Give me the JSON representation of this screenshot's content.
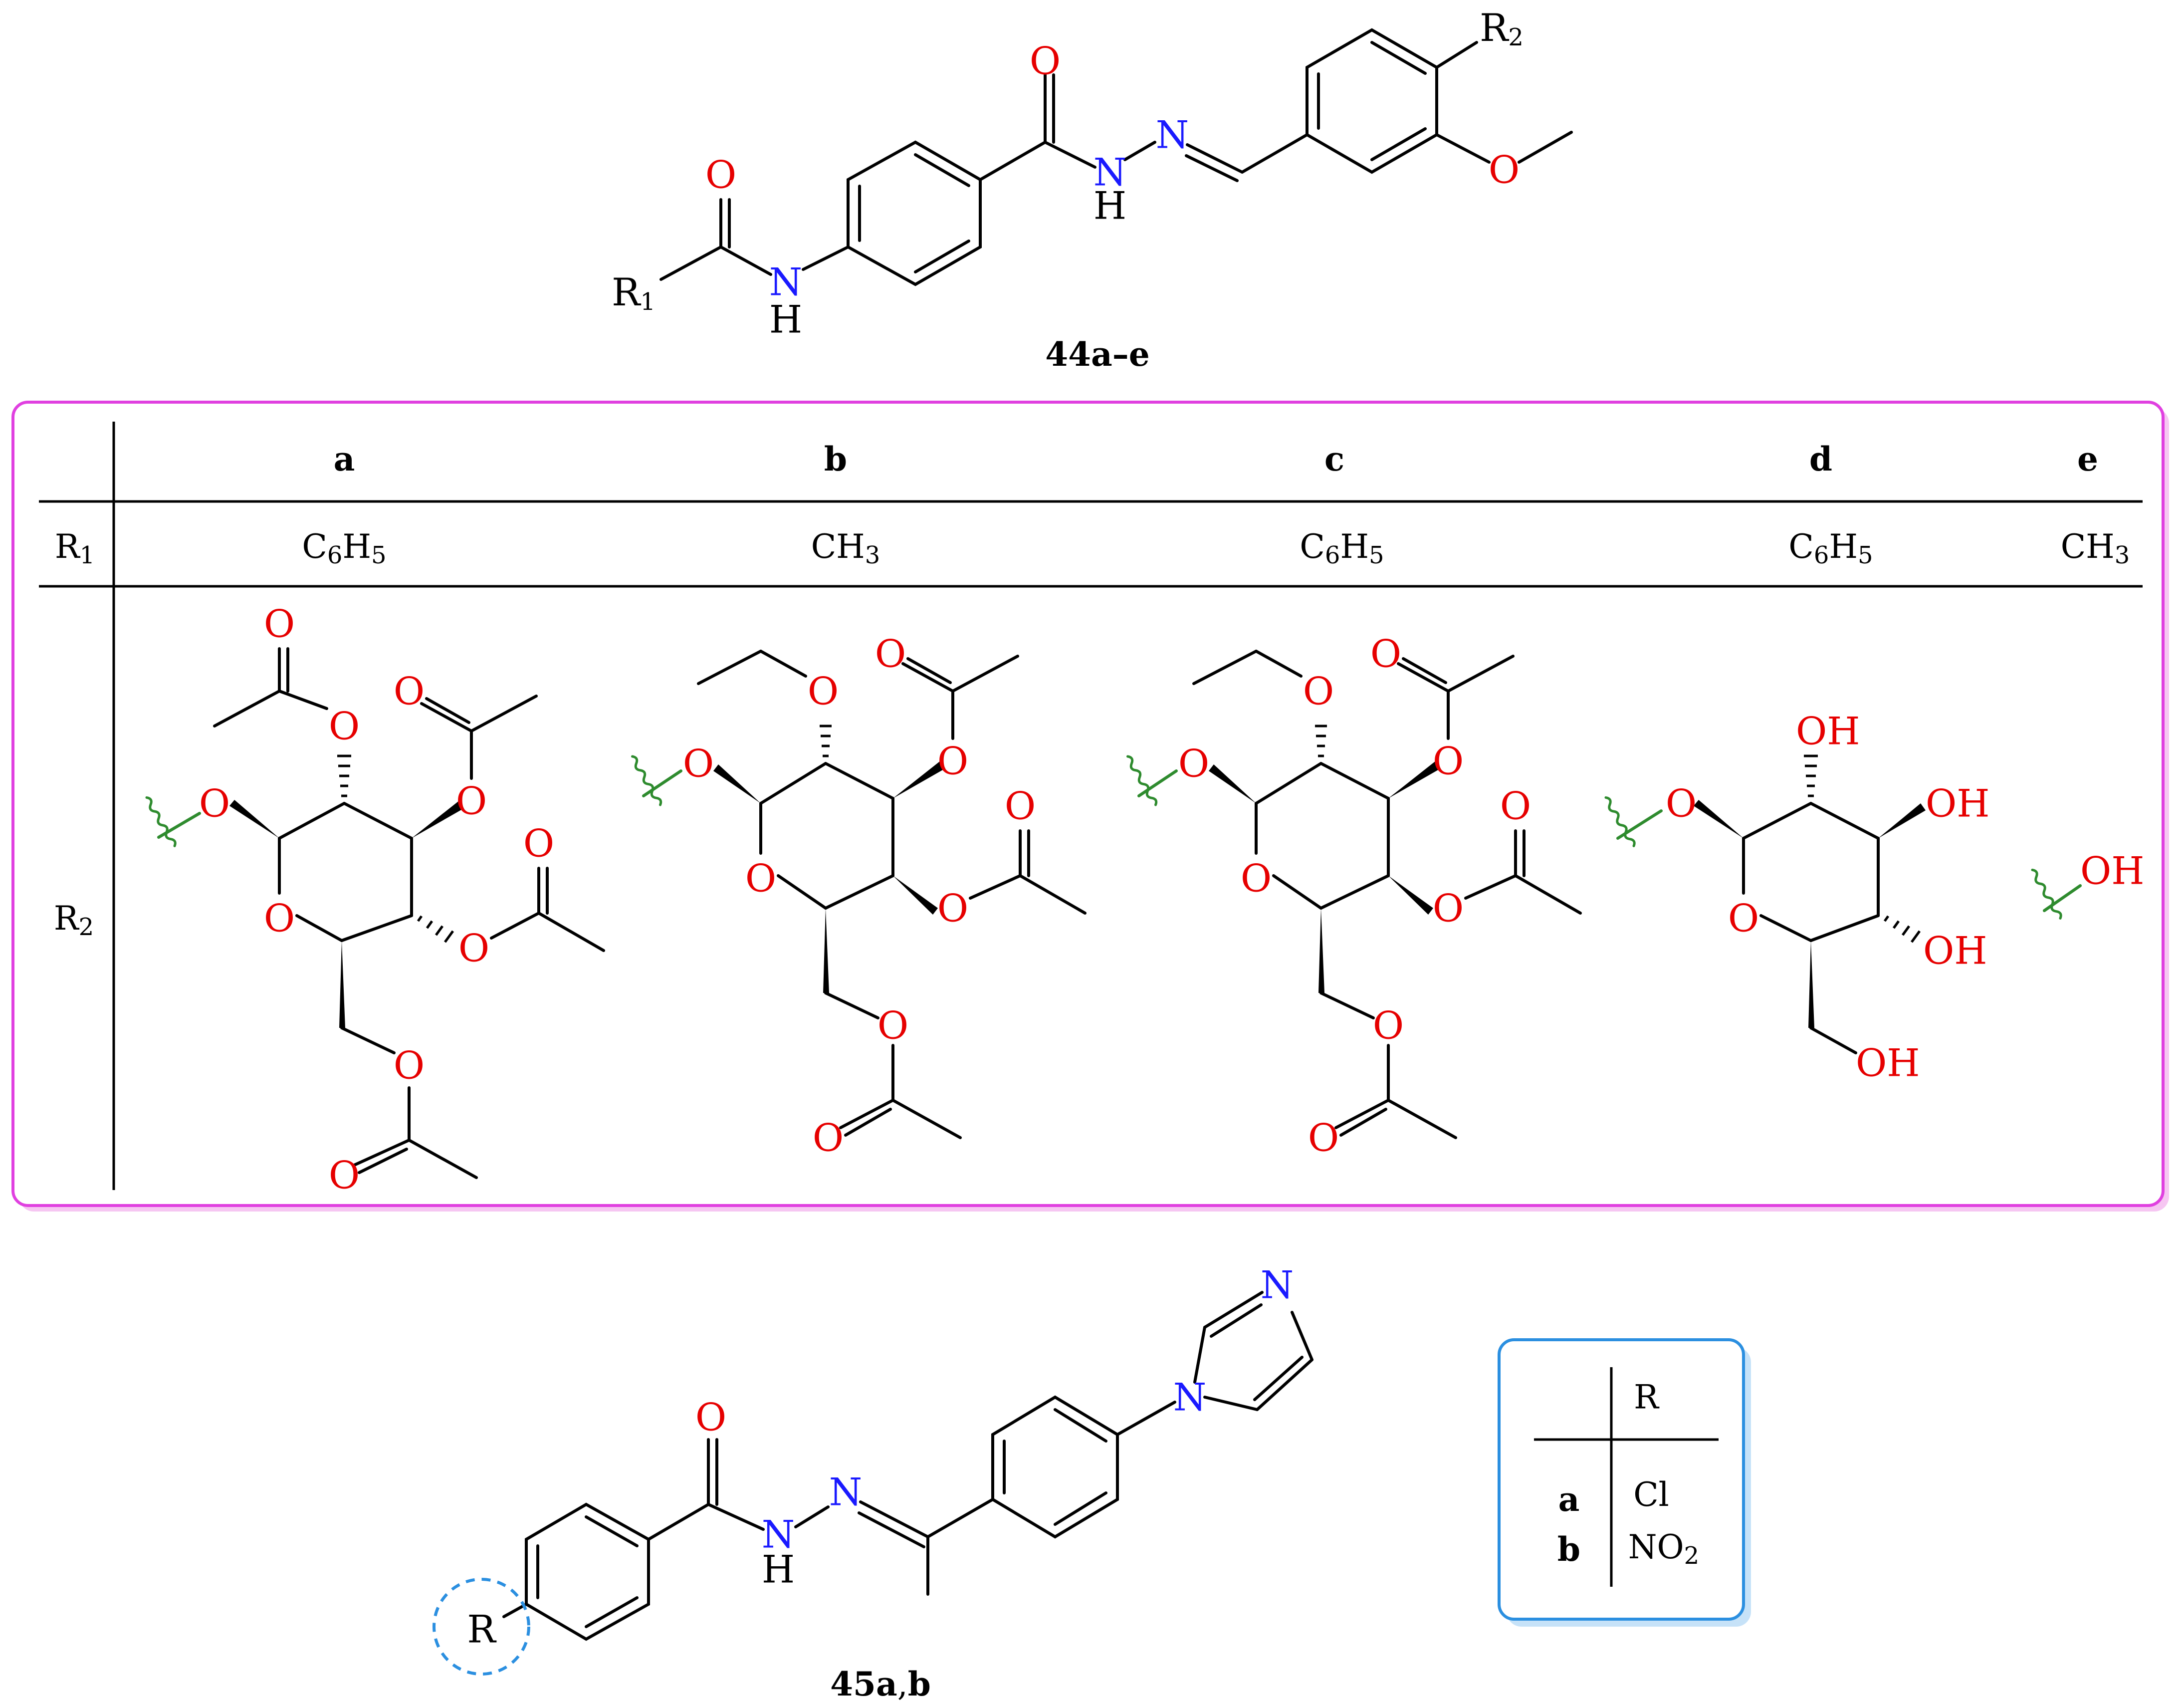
{
  "compound_44": {
    "label": "44a–e",
    "atoms": {
      "O": "O",
      "N": "N",
      "H": "H",
      "R1": "R",
      "R1_sub": "1",
      "R2": "R",
      "R2_sub": "2"
    }
  },
  "table_44": {
    "columns": [
      "a",
      "b",
      "c",
      "d",
      "e"
    ],
    "row_r1_header": {
      "main": "R",
      "sub": "1"
    },
    "row_r2_header": {
      "main": "R",
      "sub": "2"
    },
    "r1_values": [
      {
        "parts": [
          [
            "C",
            ""
          ],
          [
            "6",
            "sub"
          ],
          [
            "H",
            ""
          ],
          [
            "5",
            "sub"
          ]
        ]
      },
      {
        "parts": [
          [
            "CH",
            ""
          ],
          [
            "3",
            "sub"
          ]
        ]
      },
      {
        "parts": [
          [
            "C",
            ""
          ],
          [
            "6",
            "sub"
          ],
          [
            "H",
            ""
          ],
          [
            "5",
            "sub"
          ]
        ]
      },
      {
        "parts": [
          [
            "C",
            ""
          ],
          [
            "6",
            "sub"
          ],
          [
            "H",
            ""
          ],
          [
            "5",
            "sub"
          ]
        ]
      },
      {
        "parts": [
          [
            "CH",
            ""
          ],
          [
            "3",
            "sub"
          ]
        ]
      }
    ],
    "r2_labels": {
      "O": "O",
      "OH": "OH"
    },
    "colors": {
      "border": "#e040e0",
      "shadow": "#f6c6f2",
      "heteroatom_O": "#e60000",
      "attachment": "#2e8b2e"
    }
  },
  "compound_45": {
    "label_parts": [
      [
        "45",
        "bold"
      ],
      [
        "a",
        "bold"
      ],
      [
        ",",
        "normal"
      ],
      [
        "b",
        "bold"
      ]
    ],
    "atoms": {
      "O": "O",
      "N": "N",
      "H": "H",
      "R": "R"
    },
    "highlight_color": "#2b8fe0"
  },
  "table_45": {
    "header": "R",
    "rows": [
      {
        "key": "a",
        "parts": [
          [
            "Cl",
            ""
          ]
        ]
      },
      {
        "key": "b",
        "parts": [
          [
            "NO",
            ""
          ],
          [
            "2",
            "sub"
          ]
        ]
      }
    ],
    "colors": {
      "border": "#2b8fe0",
      "shadow": "#c6e2f8"
    }
  }
}
